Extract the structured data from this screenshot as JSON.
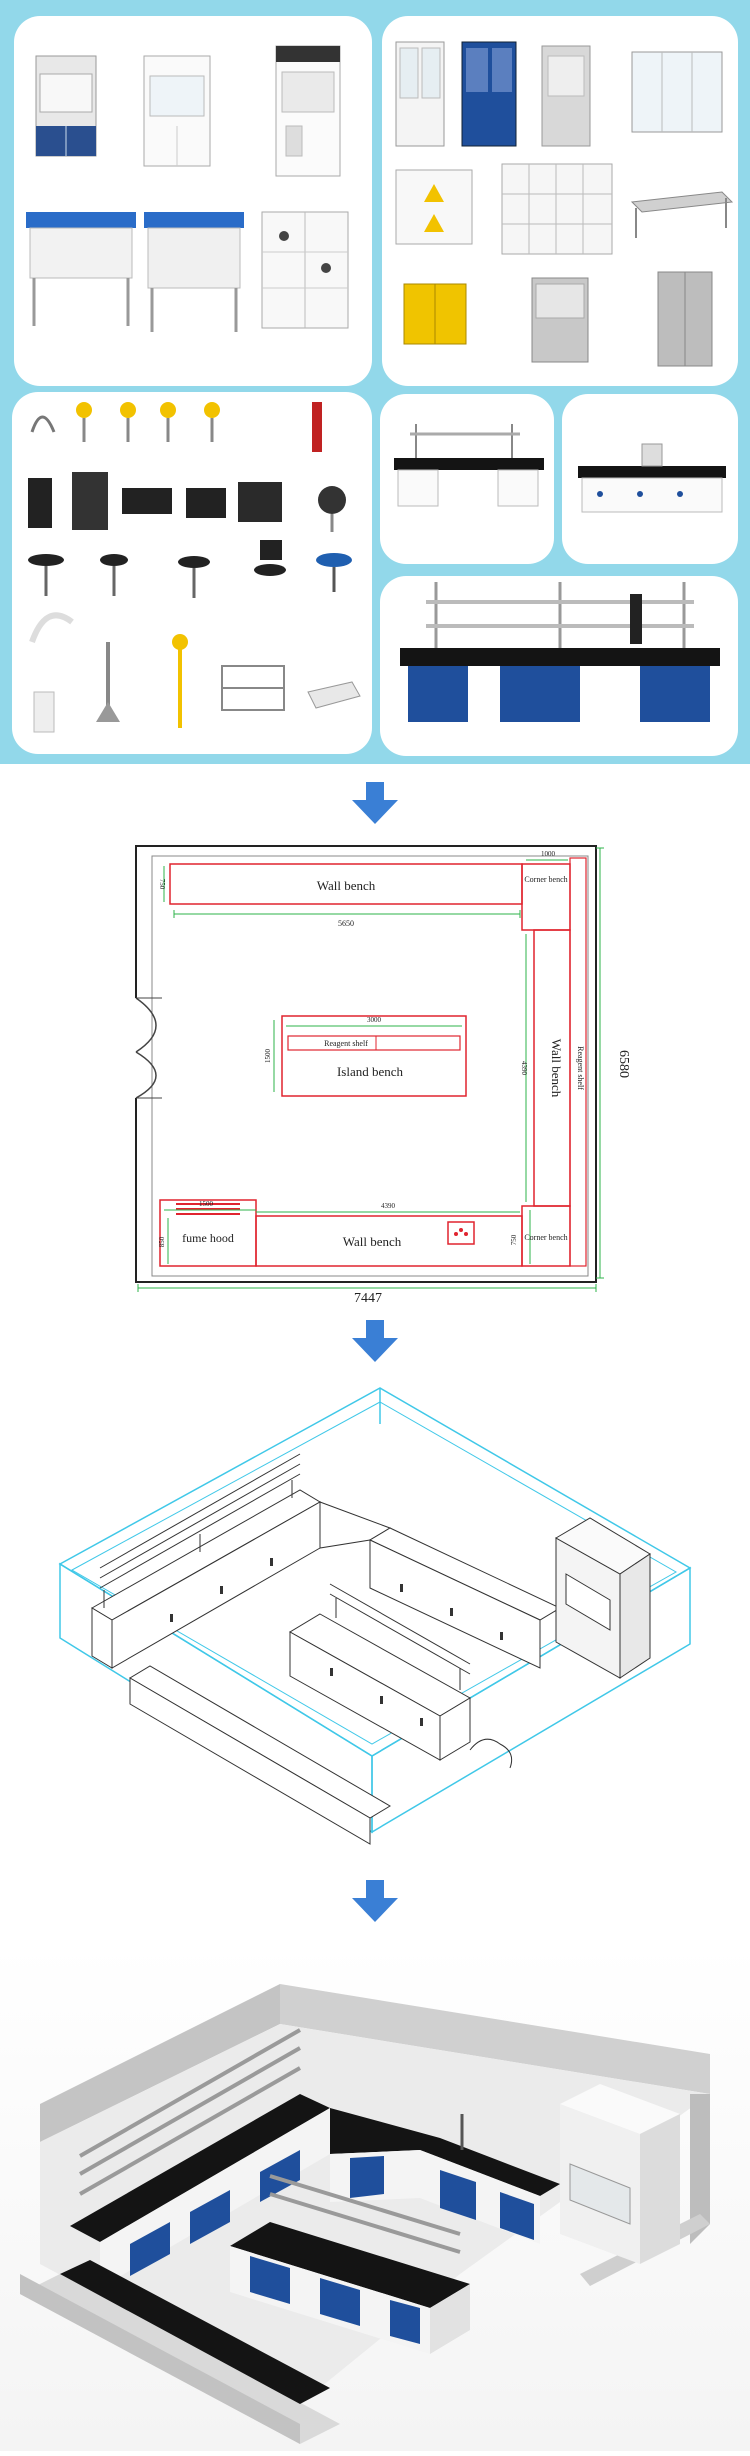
{
  "colors": {
    "background": "#92d8ea",
    "panel": "#ffffff",
    "arrow": "#3a7fd5",
    "red_line": "#e0242f",
    "green_dim": "#2eb34a",
    "iso_cyan": "#40c8e8",
    "cabinet_blue": "#1f4f9c",
    "bench_top": "#141414"
  },
  "plan": {
    "labels": {
      "wall_bench_top": "Wall bench",
      "wall_bench_bottom": "Wall bench",
      "wall_bench_right": "Wall bench",
      "corner_bench_top": "Corner bench",
      "corner_bench_bottom": "Corner bench",
      "reagent_shelf": "Reagent shelf",
      "reagent_shelf_right": "Reagent shelf",
      "island_bench": "Island bench",
      "fume_hood": "fume hood"
    },
    "dimensions": {
      "d750_top": "750",
      "d1000": "1000",
      "d5650": "5650",
      "d3000": "3000",
      "d1500_left": "1500",
      "d4390_vertical": "4390",
      "d1500_bottom": "1500",
      "d4390_horizontal": "4390",
      "d850": "850",
      "d750_bottom": "750",
      "d6580": "6580",
      "d7447": "7447"
    }
  }
}
